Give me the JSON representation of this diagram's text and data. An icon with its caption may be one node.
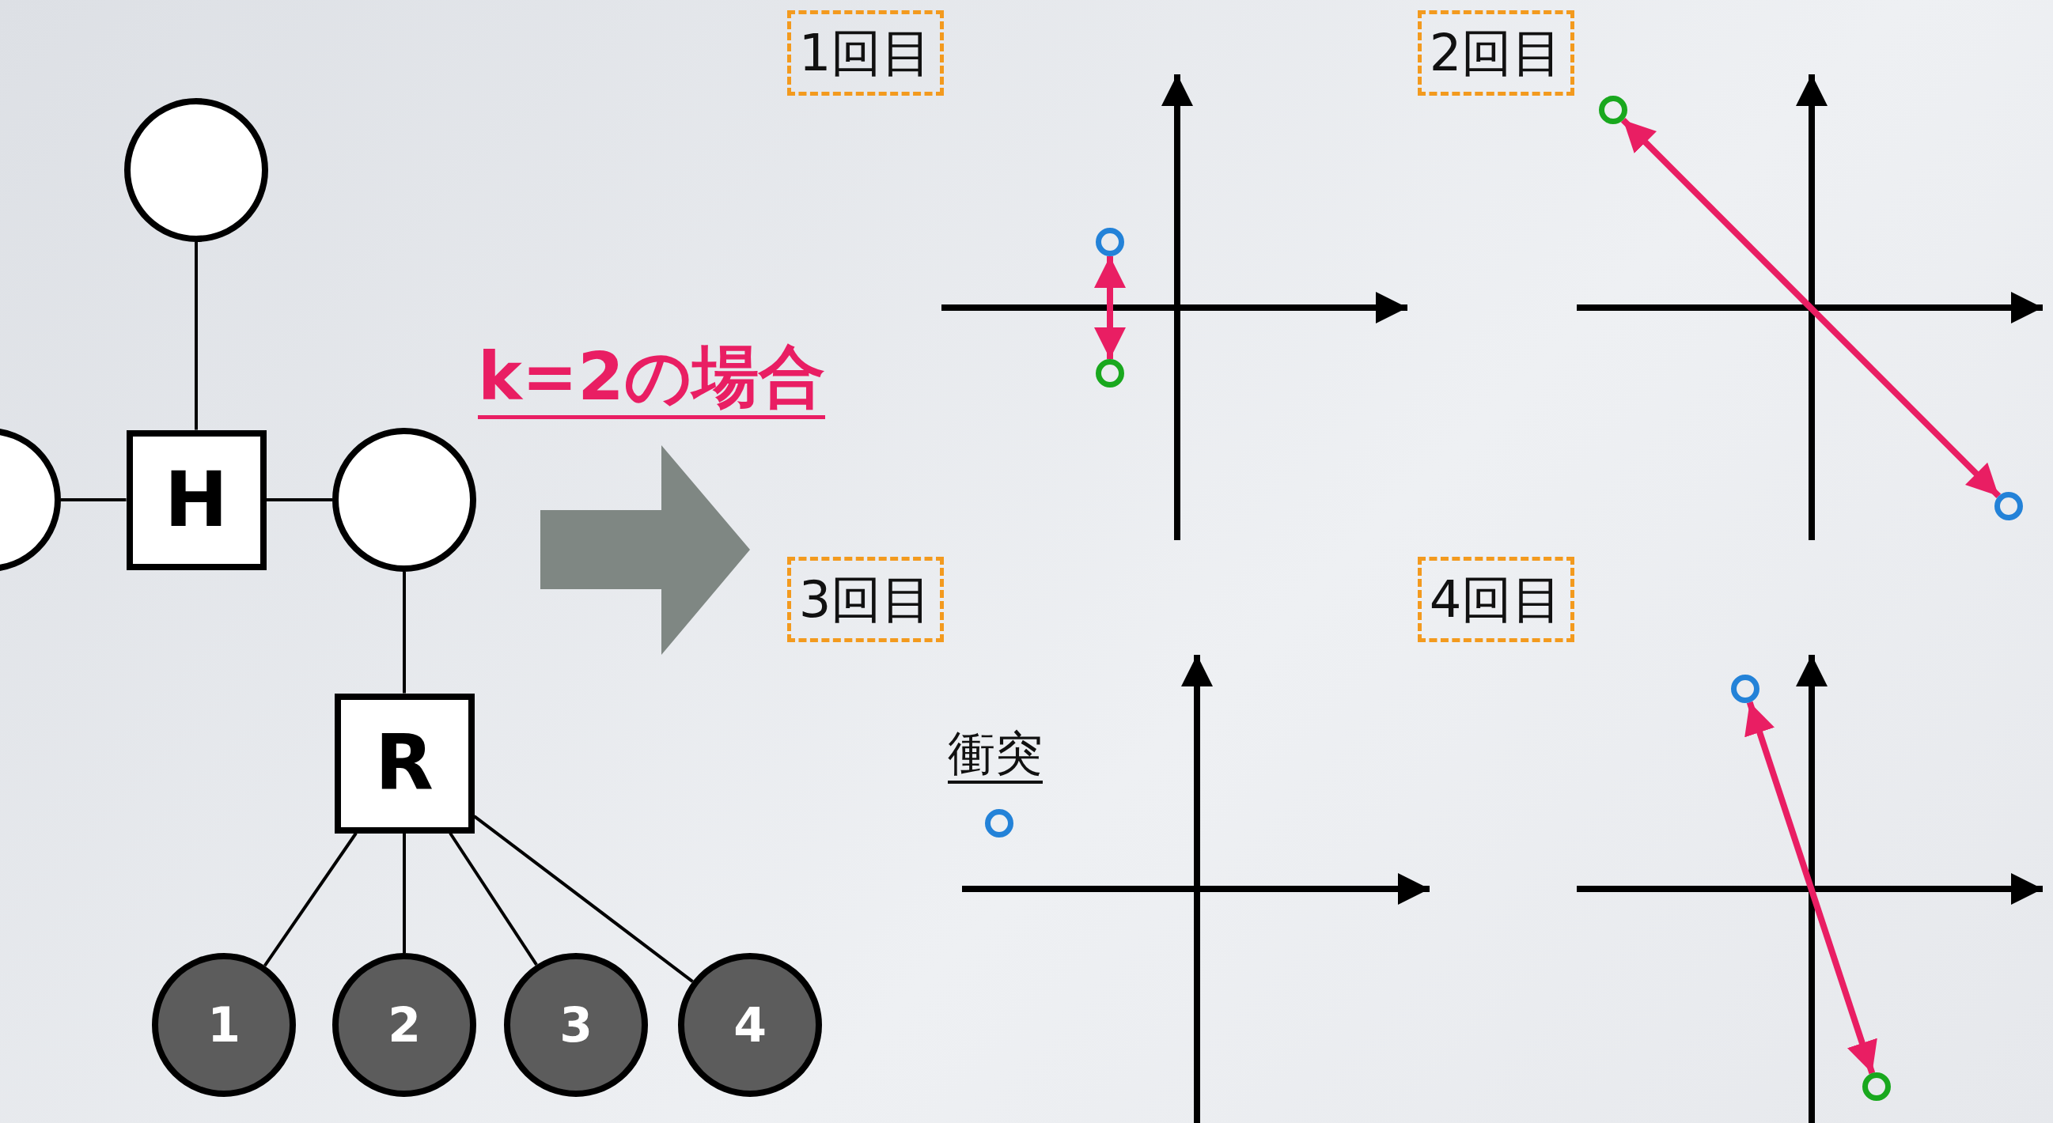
{
  "diagram": {
    "nodes": [
      {
        "text": [],
        "shape": "circle"
      },
      {
        "text": [],
        "shape": "circle"
      },
      {
        "text": [
          "H"
        ]
      },
      {
        "text": [],
        "shape": "circle"
      },
      {
        "text": [
          "R"
        ]
      },
      {
        "text": [
          "1"
        ]
      },
      {
        "text": [
          "2"
        ]
      },
      {
        "text": [
          "3"
        ]
      },
      {
        "text": [
          "4"
        ]
      },
      {
        "text": [
          "1回目"
        ]
      },
      {
        "text": [],
        "shape": "circle"
      },
      {
        "text": [],
        "shape": "circle"
      },
      {
        "text": [
          "2回目"
        ]
      },
      {
        "text": [],
        "shape": "circle"
      },
      {
        "text": [],
        "shape": "circle"
      },
      {
        "text": [
          "3回目"
        ]
      },
      {
        "text": [],
        "shape": "circle"
      },
      {
        "text": [
          "4回目"
        ]
      },
      {
        "text": [],
        "shape": "circle"
      },
      {
        "text": [],
        "shape": "circle"
      }
    ],
    "edges": [
      {
        "from": 0,
        "to": 2,
        "arrow": "none"
      },
      {
        "from": 1,
        "to": 2,
        "arrow": "none"
      },
      {
        "from": 2,
        "to": 3,
        "arrow": "none"
      },
      {
        "from": 3,
        "to": 4,
        "arrow": "none"
      },
      {
        "from": 4,
        "to": 5,
        "arrow": "none"
      },
      {
        "from": 4,
        "to": 6,
        "arrow": "none"
      },
      {
        "from": 4,
        "to": 7,
        "arrow": "none"
      },
      {
        "from": 4,
        "to": 8,
        "arrow": "none"
      },
      {
        "from": 10,
        "to": 11,
        "arrow": "both",
        "style": "thick",
        "color": "#e91e63"
      },
      {
        "from": 13,
        "to": 14,
        "arrow": "both",
        "style": "thick",
        "color": "#e91e63"
      },
      {
        "from": 18,
        "to": 19,
        "arrow": "both",
        "style": "thick",
        "color": "#e91e63"
      }
    ],
    "labels": [
      "k=2の場合",
      "衝突"
    ]
  }
}
